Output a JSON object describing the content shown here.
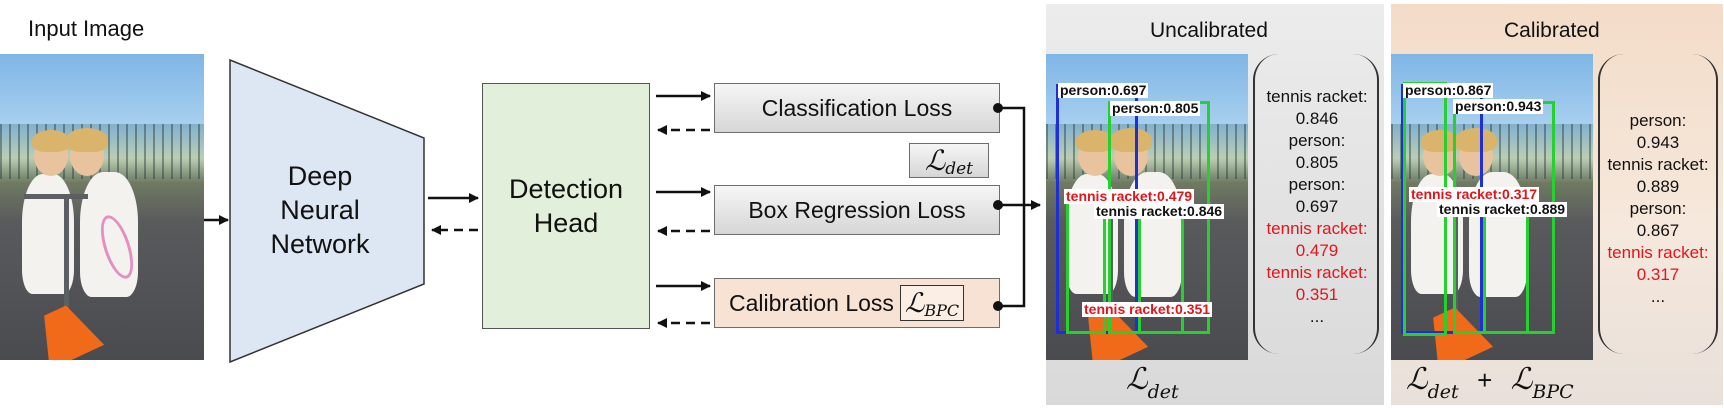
{
  "input_panel": {
    "title": "Input Image"
  },
  "network": {
    "label_line1": "Deep",
    "label_line2": "Neural",
    "label_line3": "Network"
  },
  "head": {
    "label_line1": "Detection",
    "label_line2": "Head"
  },
  "losses": {
    "classification": "Classification Loss",
    "box_regression": "Box Regression Loss",
    "calibration": "Calibration Loss",
    "det_symbol_main": "ℒ",
    "det_symbol_sub": "det",
    "bpc_symbol_main": "ℒ",
    "bpc_symbol_sub": "BPC"
  },
  "uncalibrated": {
    "title": "Uncalibrated",
    "detections": [
      {
        "label": "person:0.697",
        "color": "#1f2fd6"
      },
      {
        "label": "person:0.805",
        "color": "#25d12f"
      },
      {
        "label": "tennis racket:0.479",
        "color": "#e3151b"
      },
      {
        "label": "tennis racket:0.846",
        "color": "#25d12f"
      },
      {
        "label": "tennis racket:0.351",
        "color": "#e3151b"
      }
    ],
    "list": [
      {
        "name": "tennis racket:",
        "score": "0.846",
        "red": false
      },
      {
        "name": "person:",
        "score": "0.805",
        "red": false
      },
      {
        "name": "person:",
        "score": "0.697",
        "red": false
      },
      {
        "name": "tennis racket:",
        "score": "0.479",
        "red": true
      },
      {
        "name": "tennis racket:",
        "score": "0.351",
        "red": true
      }
    ],
    "ellipsis": "...",
    "loss_main": "ℒ",
    "loss_sub": "det"
  },
  "calibrated": {
    "title": "Calibrated",
    "detections": [
      {
        "label": "person:0.867",
        "color": "#1f2fd6"
      },
      {
        "label": "person:0.943",
        "color": "#25d12f"
      },
      {
        "label": "tennis racket:0.317",
        "color": "#e3151b"
      },
      {
        "label": "tennis racket:0.889",
        "color": "#25d12f"
      }
    ],
    "list": [
      {
        "name": "person:",
        "score": "0.943",
        "red": false
      },
      {
        "name": "tennis racket:",
        "score": "0.889",
        "red": false
      },
      {
        "name": "person:",
        "score": "0.867",
        "red": false
      },
      {
        "name": "tennis racket:",
        "score": "0.317",
        "red": true
      }
    ],
    "ellipsis": "...",
    "loss_main1": "ℒ",
    "loss_sub1": "det",
    "plus": "+",
    "loss_main2": "ℒ",
    "loss_sub2": "BPC"
  }
}
